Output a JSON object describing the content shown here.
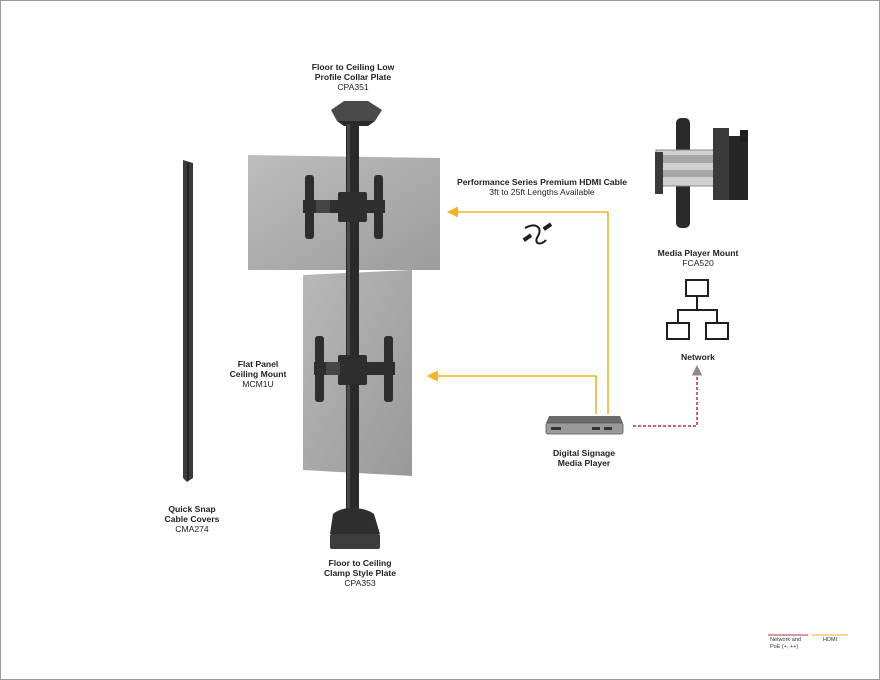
{
  "labels": {
    "collar_plate": {
      "title_line1": "Floor to Ceiling Low",
      "title_line2": "Profile Collar Plate",
      "model": "CPA351"
    },
    "hdmi_cable": {
      "title": "Performance Series Premium HDMI Cable",
      "subtitle": "3ft to 25ft Lengths Available"
    },
    "player_mount": {
      "title": "Media Player Mount",
      "model": "FCA520"
    },
    "network": {
      "title": "Network"
    },
    "ceiling_mount": {
      "title_line1": "Flat Panel",
      "title_line2": "Ceiling Mount",
      "model": "MCM1U"
    },
    "media_player": {
      "title_line1": "Digital Signage",
      "title_line2": "Media Player"
    },
    "cable_covers": {
      "title_line1": "Quick Snap",
      "title_line2": "Cable Covers",
      "model": "CMA274"
    },
    "clamp_plate": {
      "title_line1": "Floor to Ceiling",
      "title_line2": "Clamp Style Plate",
      "model": "CPA353"
    }
  },
  "legend": {
    "network_line1": "Network and",
    "network_line2": "PoE (+, ++)",
    "hdmi": "HDMI"
  },
  "colors": {
    "hdmi": "#f5b120",
    "network": "#b5323f",
    "pole": "#2a2a2a",
    "screen": "#a8a8a8"
  }
}
